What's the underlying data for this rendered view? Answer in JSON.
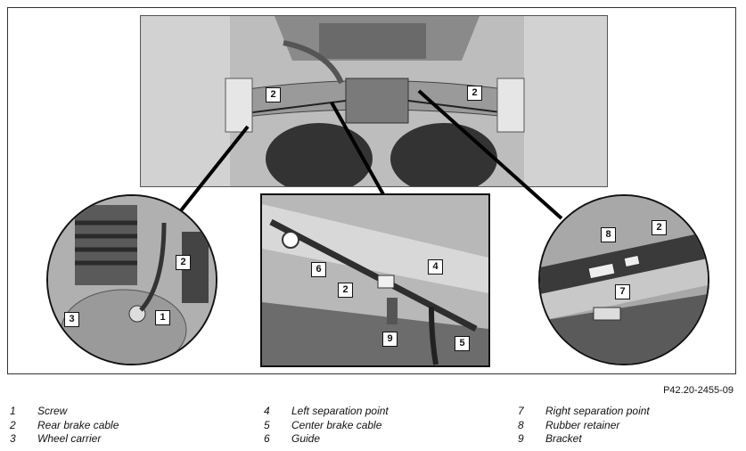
{
  "callouts": {
    "top_left": "2",
    "top_right": "2",
    "circle_left_a": "2",
    "circle_left_b": "3",
    "circle_left_c": "1",
    "center_a": "6",
    "center_b": "2",
    "center_c": "4",
    "center_d": "9",
    "center_e": "5",
    "circle_right_a": "8",
    "circle_right_b": "2",
    "circle_right_c": "7"
  },
  "reference": "P42.20-2455-09",
  "legend": {
    "col1": [
      {
        "num": "1",
        "label": "Screw"
      },
      {
        "num": "2",
        "label": "Rear brake cable"
      },
      {
        "num": "3",
        "label": "Wheel carrier"
      }
    ],
    "col2": [
      {
        "num": "4",
        "label": "Left separation point"
      },
      {
        "num": "5",
        "label": "Center brake cable"
      },
      {
        "num": "6",
        "label": "Guide"
      }
    ],
    "col3": [
      {
        "num": "7",
        "label": "Right separation point"
      },
      {
        "num": "8",
        "label": "Rubber retainer"
      },
      {
        "num": "9",
        "label": "Bracket"
      }
    ]
  }
}
